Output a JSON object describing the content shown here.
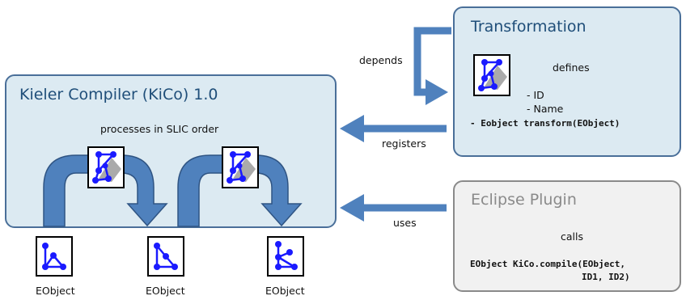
{
  "kico": {
    "title": "Kieler Compiler (KiCo) 1.0",
    "subtitle": "processes in SLIC order"
  },
  "transformation": {
    "title": "Transformation",
    "defines": "defines",
    "id": "- ID",
    "name": "- Name",
    "method": "- Eobject transform(EObject)"
  },
  "plugin": {
    "title": "Eclipse Plugin",
    "calls": "calls",
    "code_line1": "EObject KiCo.compile(EObject,",
    "code_line2": "ID1, ID2)"
  },
  "arrows": {
    "depends": "depends",
    "registers": "registers",
    "uses": "uses"
  },
  "eobjects": [
    "EObject",
    "EObject",
    "EObject"
  ],
  "colors": {
    "box_fill": "#dceaf2",
    "box_border": "#4a6f99",
    "arrow": "#4f81bd",
    "flow_arrow": "#3e6fa8",
    "node": "#1a1aff"
  }
}
